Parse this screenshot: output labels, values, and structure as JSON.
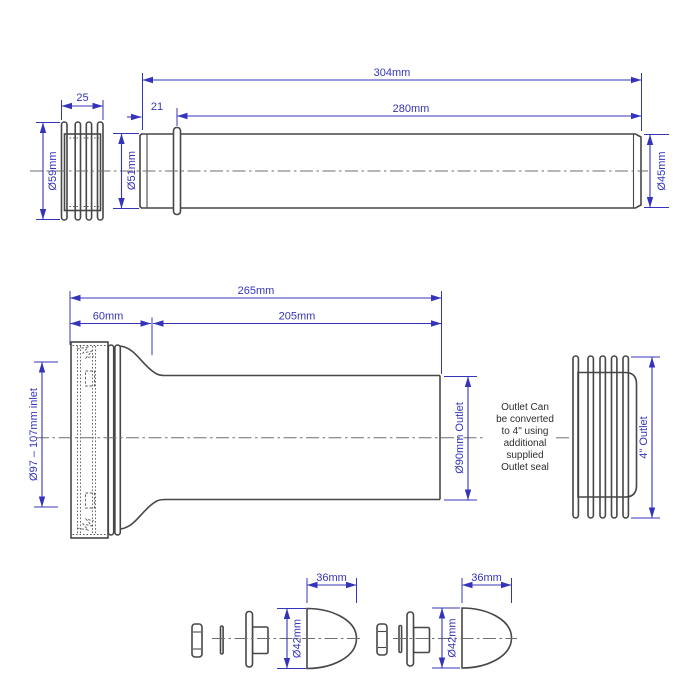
{
  "colors": {
    "dimension": "#3434bb",
    "drawing": "#474747",
    "centerline": "#6e6e6e",
    "note": "#2e2e2e",
    "background": "#ffffff"
  },
  "top_view": {
    "seal_width": "25",
    "seal_diameter": "Ø59mm",
    "collar_offset": "21",
    "pipe_inner_diameter": "Ø51mm",
    "total_length": "304mm",
    "length_to_collar": "280mm",
    "outlet_diameter": "Ø45mm"
  },
  "middle_view": {
    "total_length": "265mm",
    "inlet_length": "60mm",
    "outlet_length": "205mm",
    "inlet_diameter": "Ø97 – 107mm inlet",
    "outlet_diameter": "Ø90mm Outlet",
    "outlet_seal_size": "4\" Outlet",
    "note_lines": [
      "Outlet Can",
      "be converted",
      "to 4\" using",
      "additional",
      "supplied",
      "Outlet seal"
    ]
  },
  "bottom_view": {
    "set1": {
      "cap_length": "36mm",
      "cap_diameter": "Ø42mm"
    },
    "set2": {
      "cap_length": "36mm",
      "cap_diameter": "Ø42mm"
    }
  }
}
